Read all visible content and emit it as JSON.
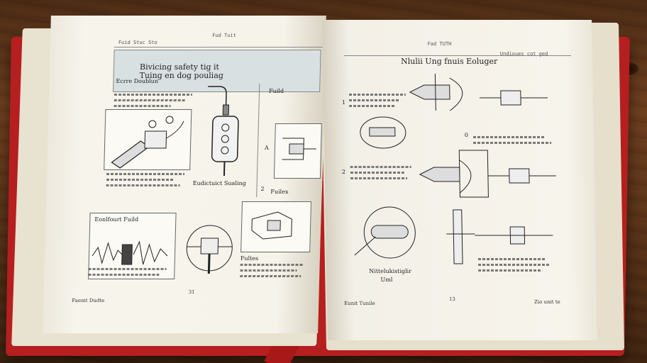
{
  "left_page": {
    "running_head_left": "Fuid Stuc Sto",
    "running_head_center": "Fud Tuit",
    "title_line1": "Bivicing safety tig it",
    "title_line2": "Tuing en dog pouliag",
    "subtitle": "Ecrre Doublun",
    "caption_center": "Eudictuict Sualing",
    "panel_head_lower": "Eonlfourt Fuild",
    "label_right_top": "Fuild",
    "label_right_mid": "Fuilex",
    "label_bottom": "Fultes",
    "marker_a": "A",
    "marker_2": "2",
    "page_number": "31",
    "footer_left": "Faenit Dudte"
  },
  "right_page": {
    "running_head_center": "Fad TUTH",
    "running_head_right": "Undioues cot ged",
    "title": "Nlulii Ung fnuis Eoluger",
    "caption_bottom_line1": "Nittelukistiglir",
    "caption_bottom_line2": "Uml",
    "marker_1": "1",
    "marker_0": "0",
    "marker_2": "2",
    "page_number": "13",
    "footer_left": "Eunit Tunile",
    "footer_right": "Zio unit te"
  },
  "colors": {
    "cover": "#b51f1f",
    "paper": "#f6f3ea",
    "title_box": "#d9e0e2",
    "wood": "#5a3318"
  }
}
